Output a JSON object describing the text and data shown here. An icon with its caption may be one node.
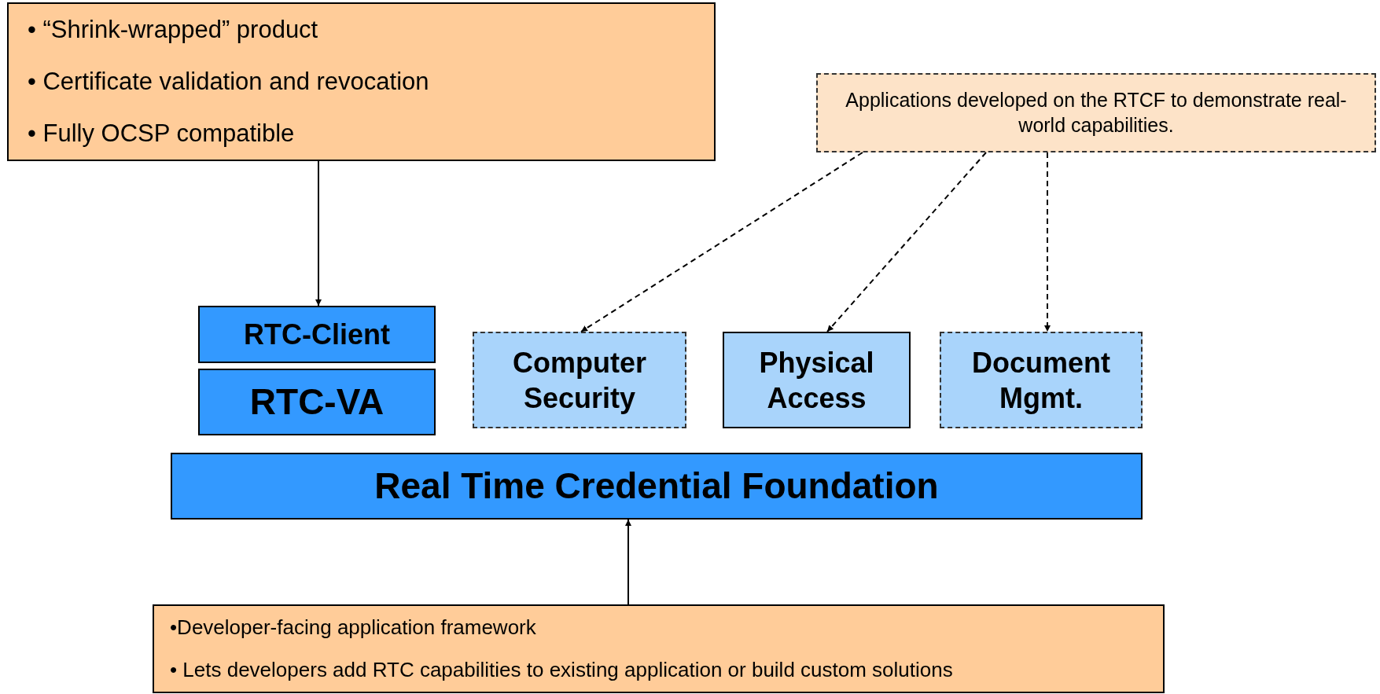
{
  "diagram": {
    "nodes": [
      {
        "text": [
          "• “Shrink-wrapped” product",
          "• Certificate validation and revocation",
          "• Fully OCSP compatible"
        ]
      },
      {
        "text": [
          "Applications developed on the RTCF to demonstrate real-world capabilities."
        ]
      },
      {
        "text": [
          "RTC-Client"
        ]
      },
      {
        "text": [
          "RTC-VA"
        ]
      },
      {
        "text": [
          "Computer Security"
        ]
      },
      {
        "text": [
          "Physical Access"
        ]
      },
      {
        "text": [
          "Document Mgmt."
        ]
      },
      {
        "text": [
          "Real Time Credential Foundation"
        ]
      },
      {
        "text": [
          "•Developer-facing application framework",
          "• Lets developers add RTC capabilities to existing application or build custom solutions"
        ]
      }
    ],
    "edges": [
      {
        "from": 0,
        "to": 2,
        "arrow": "to"
      },
      {
        "from": 1,
        "to": 4,
        "arrow": "to",
        "style": "dashed"
      },
      {
        "from": 1,
        "to": 5,
        "arrow": "to",
        "style": "dashed"
      },
      {
        "from": 1,
        "to": 6,
        "arrow": "to",
        "style": "dashed"
      },
      {
        "from": 8,
        "to": 7,
        "arrow": "to"
      }
    ]
  }
}
